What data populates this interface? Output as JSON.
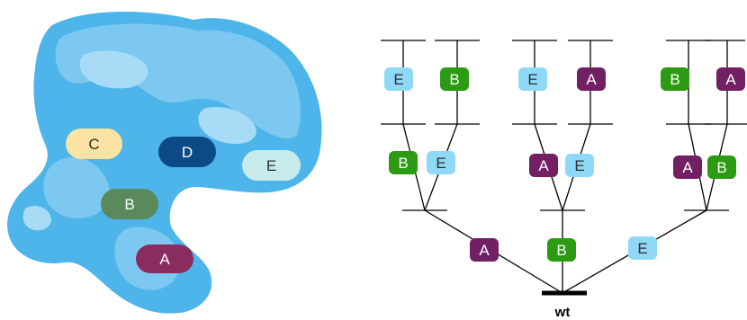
{
  "protein": {
    "colors": {
      "base": "#4db5ea",
      "mid": "#7cc8f0",
      "light": "#a8dcf6"
    },
    "domains": [
      {
        "id": "C",
        "label": "C",
        "color": "#fbe3a4",
        "text_color": "#2f2f2f"
      },
      {
        "id": "D",
        "label": "D",
        "color": "#0b4a86",
        "text_color": "#ffffff"
      },
      {
        "id": "E",
        "label": "E",
        "color": "#c7ebea",
        "text_color": "#2f2f2f"
      },
      {
        "id": "B",
        "label": "B",
        "color": "#5a8a5b",
        "text_color": "#ffffff"
      },
      {
        "id": "A",
        "label": "A",
        "color": "#8a2d5e",
        "text_color": "#ffffff"
      }
    ]
  },
  "tree": {
    "root_label": "wt",
    "line_color": "#000000",
    "mutation_colors": {
      "A": {
        "fill": "#731f63",
        "text": "#ffffff"
      },
      "B": {
        "fill": "#2c9a12",
        "text": "#ffffff"
      },
      "E": {
        "fill": "#8fd9f7",
        "text": "#2f2f2f"
      }
    },
    "level1": [
      "A",
      "B",
      "E"
    ],
    "level2": [
      [
        "B",
        "E"
      ],
      [
        "A",
        "E"
      ],
      [
        "A",
        "B"
      ]
    ],
    "level3": [
      [
        "E",
        "B"
      ],
      [
        "E",
        "A"
      ],
      [
        "B",
        "A"
      ]
    ]
  }
}
